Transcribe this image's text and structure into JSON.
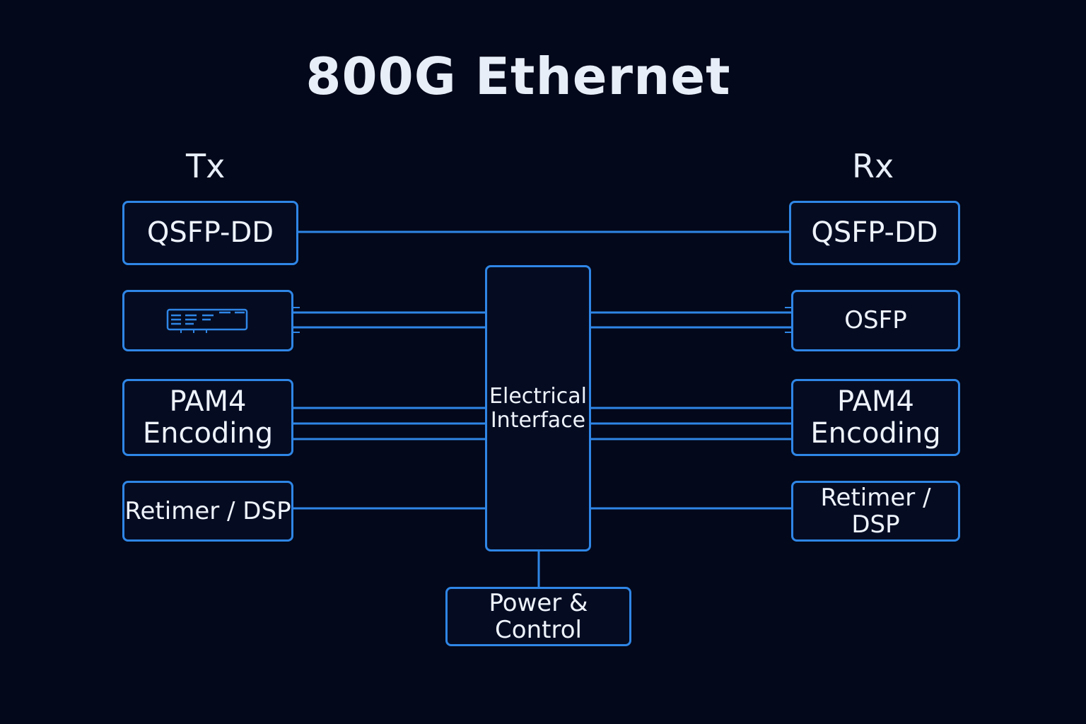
{
  "title": "800G Ethernet",
  "tx": {
    "label": "Tx",
    "qsfp": "QSFP-DD",
    "pam4_line1": "PAM4",
    "pam4_line2": "Encoding",
    "retimer": "Retimer / DSP"
  },
  "rx": {
    "label": "Rx",
    "qsfp": "QSFP-DD",
    "osfp": "OSFP",
    "pam4_line1": "PAM4",
    "pam4_line2": "Encoding",
    "retimer": "Retimer / DSP"
  },
  "center": {
    "line1": "Electrical",
    "line2": "Interface"
  },
  "power": "Power & Control",
  "colors": {
    "background": "#03081a",
    "accent": "#2f86e6",
    "text": "#eef3fb"
  }
}
